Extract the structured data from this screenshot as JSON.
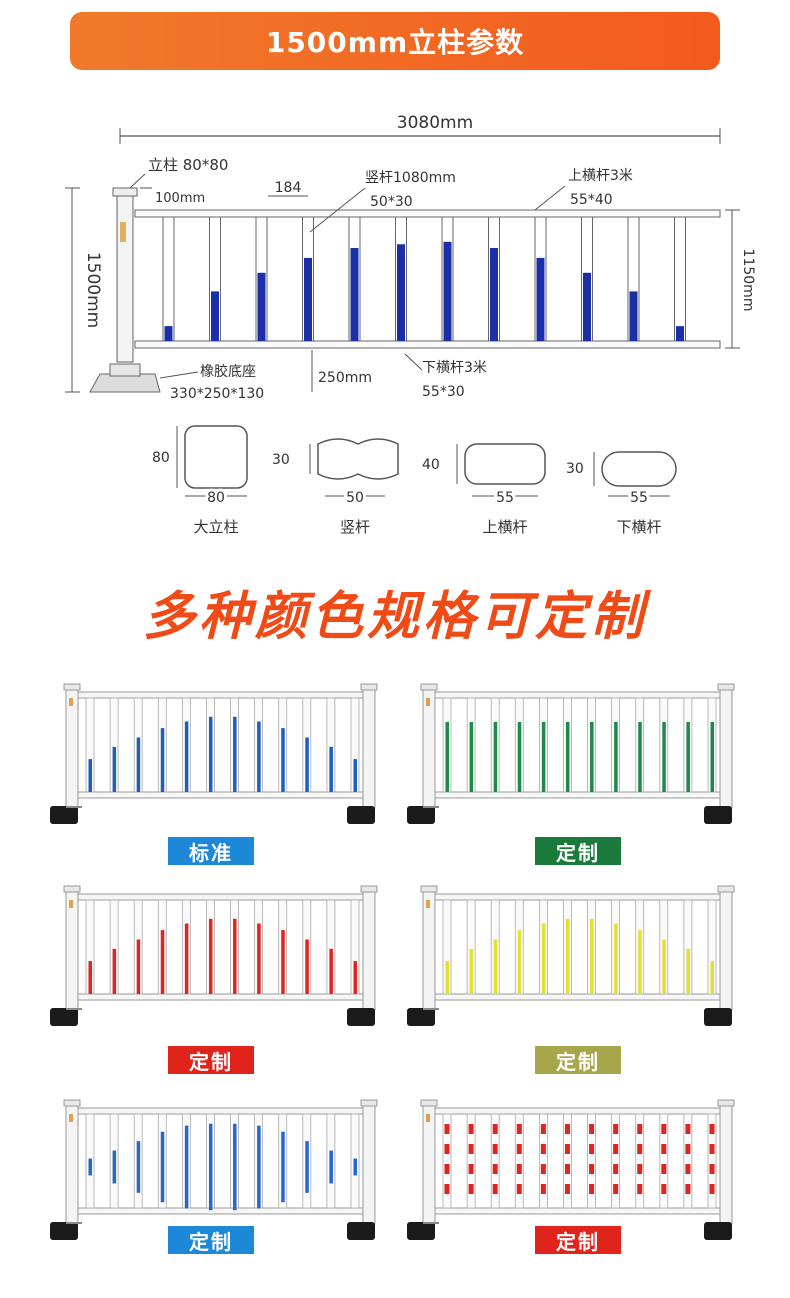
{
  "header": {
    "title": "1500mm立柱参数"
  },
  "spec": {
    "total_width": "3080mm",
    "post_label": "立柱 80*80",
    "post_offset": "100mm",
    "spacing": "184",
    "vertical_bar": "竖杆1080mm",
    "vertical_bar_size": "50*30",
    "top_rail": "上横杆3米",
    "top_rail_size": "55*40",
    "height_total": "1500mm",
    "height_fence": "1150mm",
    "base": "橡胶底座",
    "base_size": "330*250*130",
    "ground_gap": "250mm",
    "bottom_rail": "下横杆3米",
    "bottom_rail_size": "55*30",
    "sections": [
      {
        "h": "80",
        "w": "80",
        "name": "大立柱"
      },
      {
        "h": "30",
        "w": "50",
        "name": "竖杆"
      },
      {
        "h": "40",
        "w": "55",
        "name": "上横杆"
      },
      {
        "h": "30",
        "w": "55",
        "name": "下横杆"
      }
    ]
  },
  "slogan": "多种颜色规格可定制",
  "variants": [
    {
      "label": "标准",
      "label_color": "#1e88d8",
      "bar_color": "#1f5fb8",
      "style": "gradient"
    },
    {
      "label": "定制",
      "label_color": "#1a7a3c",
      "bar_color": "#1e8a4a",
      "style": "full"
    },
    {
      "label": "定制",
      "label_color": "#e0241c",
      "bar_color": "#e02420",
      "style": "gradient"
    },
    {
      "label": "定制",
      "label_color": "#a8a64a",
      "bar_color": "#e4e030",
      "style": "gradient"
    },
    {
      "label": "定制",
      "label_color": "#1e88d8",
      "bar_color": "#2668c8",
      "style": "mixed"
    },
    {
      "label": "定制",
      "label_color": "#e0241c",
      "bar_color": "#e02420",
      "style": "dashes"
    }
  ]
}
